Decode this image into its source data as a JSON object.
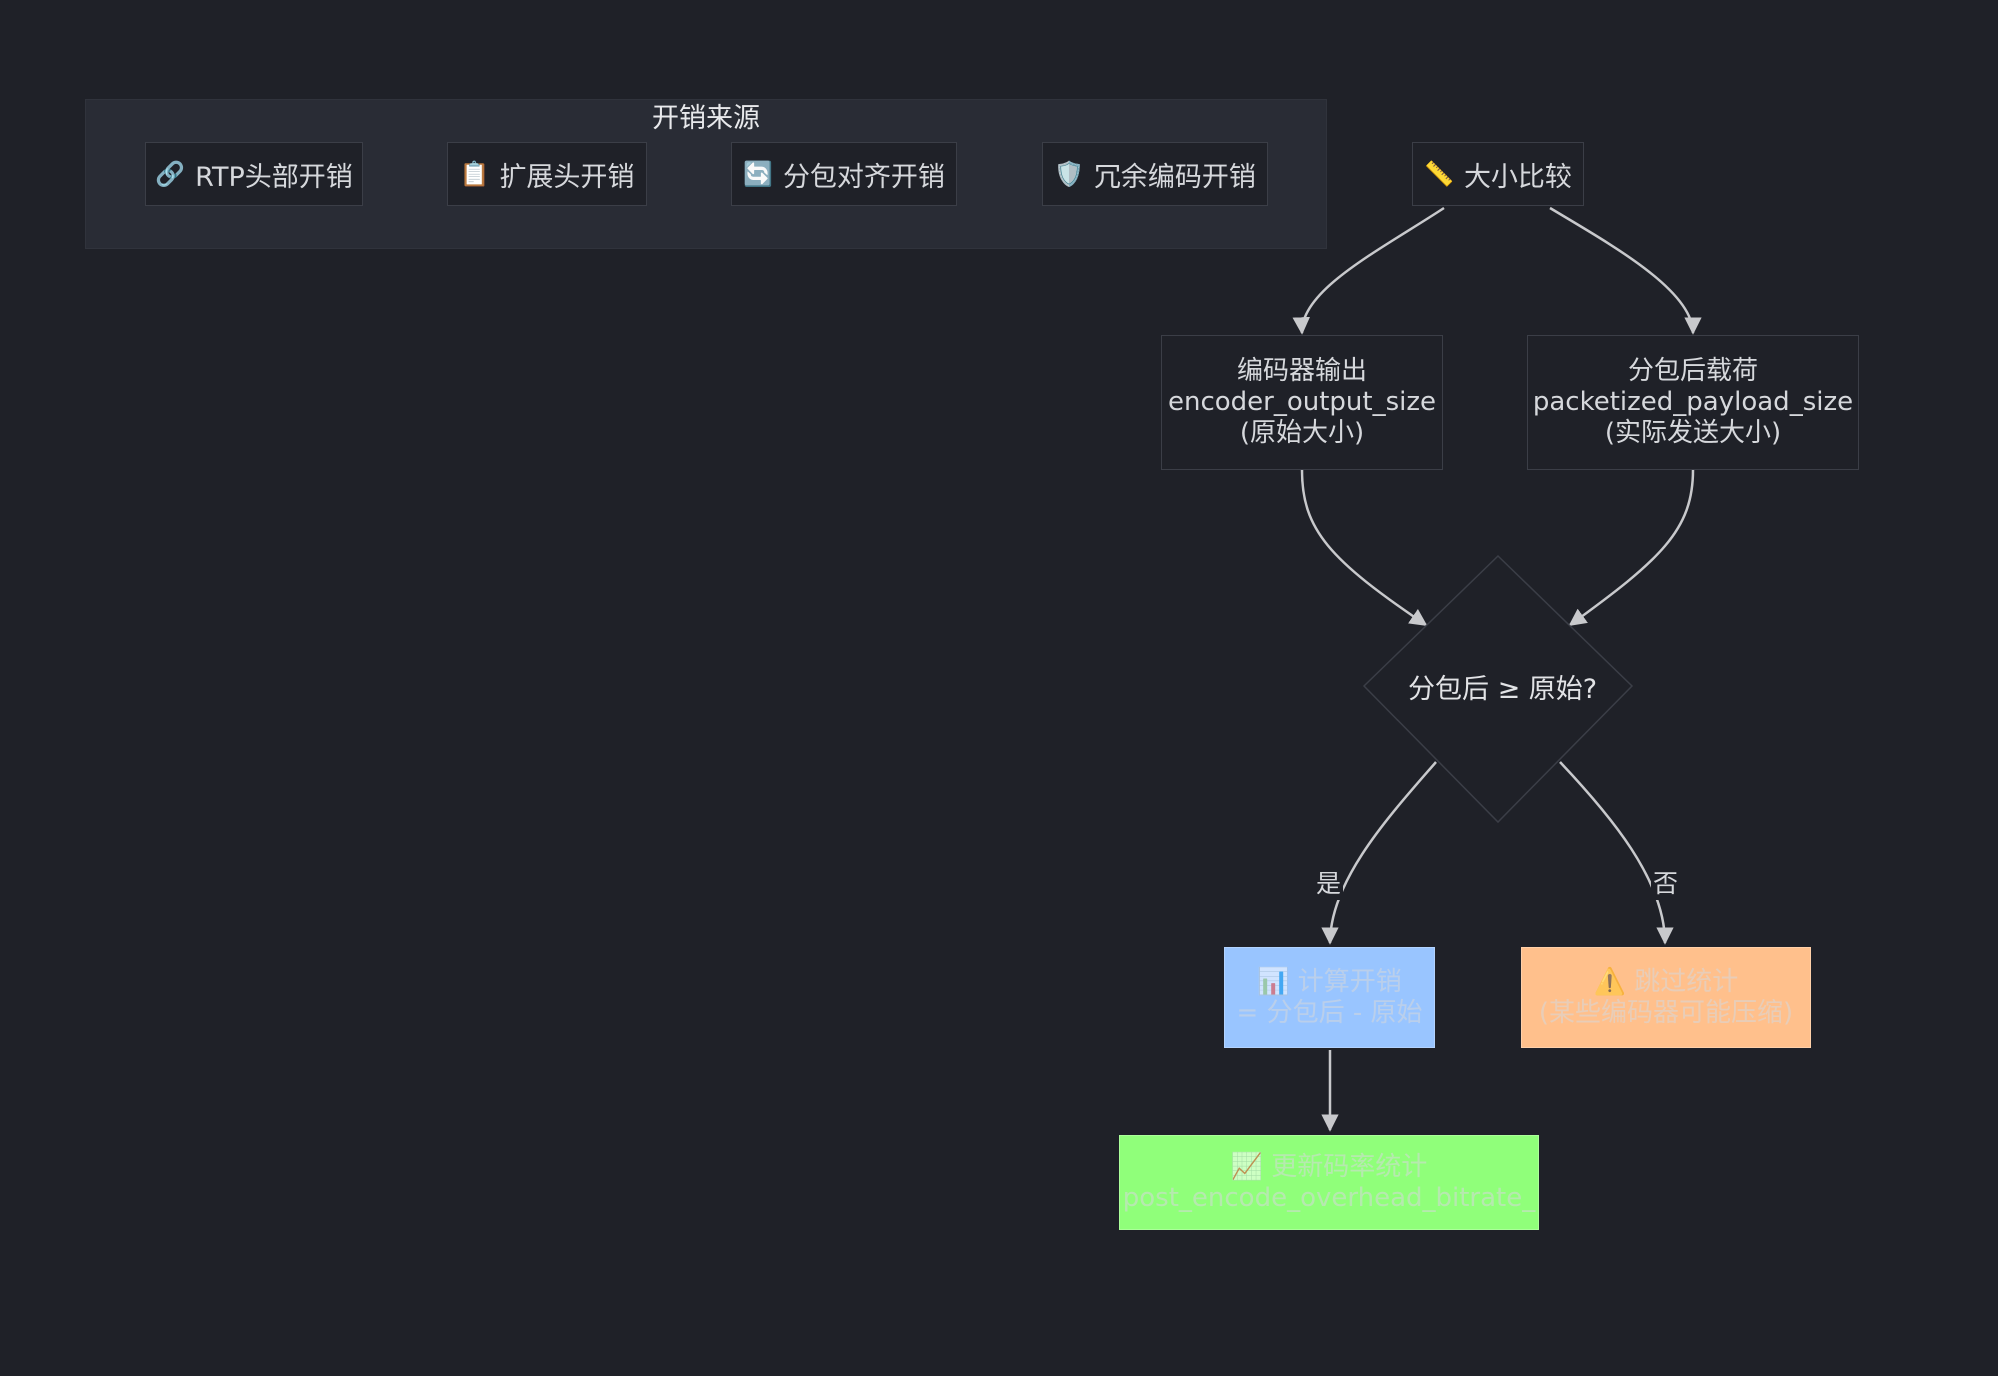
{
  "group": {
    "title": "开销来源",
    "items": [
      {
        "icon": "🔗",
        "label": "RTP头部开销"
      },
      {
        "icon": "📋",
        "label": "扩展头开销"
      },
      {
        "icon": "🔄",
        "label": "分包对齐开销"
      },
      {
        "icon": "🛡️",
        "label": "冗余编码开销"
      }
    ]
  },
  "flow": {
    "compare": {
      "icon": "📏",
      "label": "大小比较"
    },
    "encoder": {
      "line1": "编码器输出",
      "line2": "encoder_output_size",
      "line3": "(原始大小)"
    },
    "payload": {
      "line1": "分包后载荷",
      "line2": "packetized_payload_size",
      "line3": "(实际发送大小)"
    },
    "decision": {
      "label": "分包后 ≥ 原始?"
    },
    "yes_label": "是",
    "no_label": "否",
    "calc": {
      "line1": "📊 计算开销",
      "line2": "= 分包后 - 原始"
    },
    "skip": {
      "line1": "⚠️ 跳过统计",
      "line2": "(某些编码器可能压缩)"
    },
    "update": {
      "line1": "📈 更新码率统计",
      "line2": "post_encode_overhead_bitrate_"
    }
  },
  "colors": {
    "background": "#1f2128",
    "group_bg": "#292c35",
    "calc_fill": "#99c5ff",
    "skip_fill": "#ffc08c",
    "update_fill": "#90ff7a",
    "edge": "#c8c9cc"
  }
}
